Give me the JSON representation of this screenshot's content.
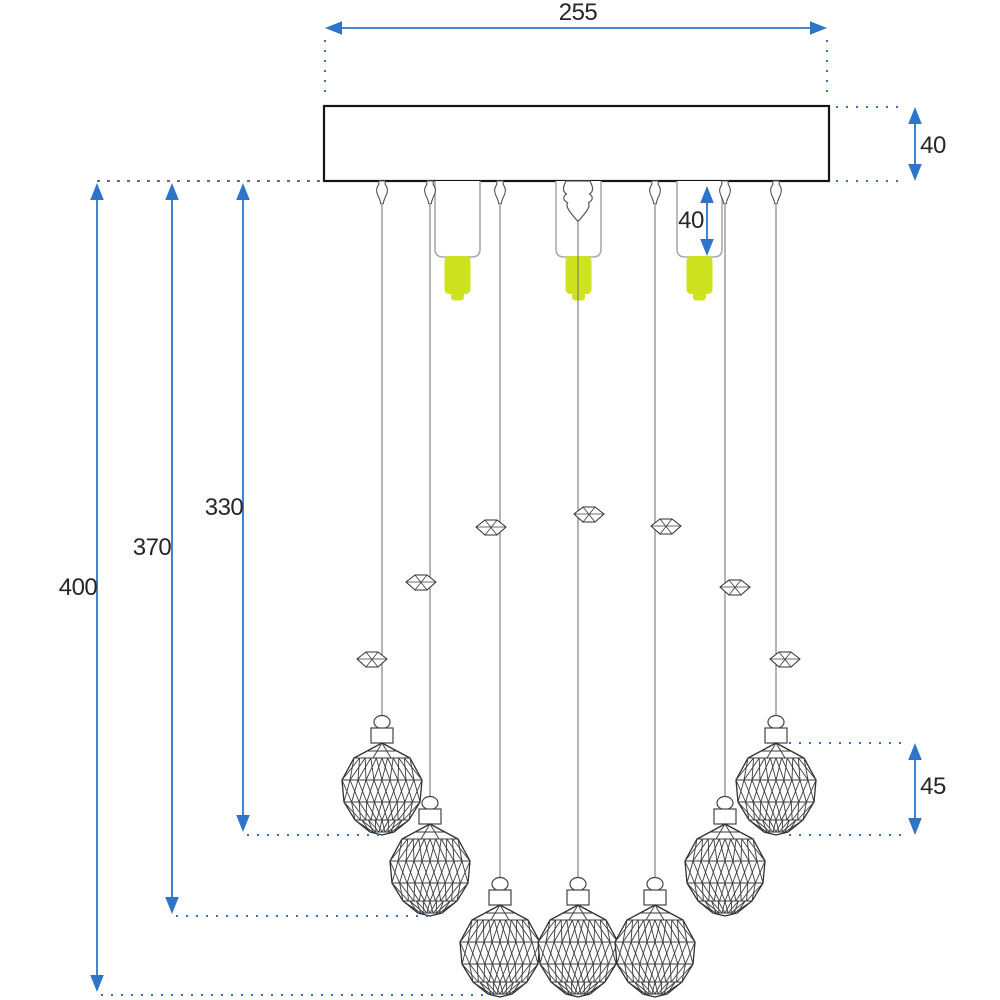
{
  "diagram_labels": {
    "canopy_width": "255",
    "canopy_height": "40",
    "socket_length": "40",
    "drop_total": "400",
    "drop_mid": "370",
    "drop_short": "330",
    "crystal_ball_height": "45"
  },
  "colors": {
    "dimension_blue": "#2e74c8",
    "bulb_green": "#cde31f",
    "hardware_outline": "#555555",
    "crystal_outline": "#2e2e2e",
    "facet_line": "#3a3a3a",
    "plate_outline": "#141414",
    "wire_gray": "#787878",
    "socket_outline": "#ababab",
    "extension_dark": "#3c3c3c"
  }
}
